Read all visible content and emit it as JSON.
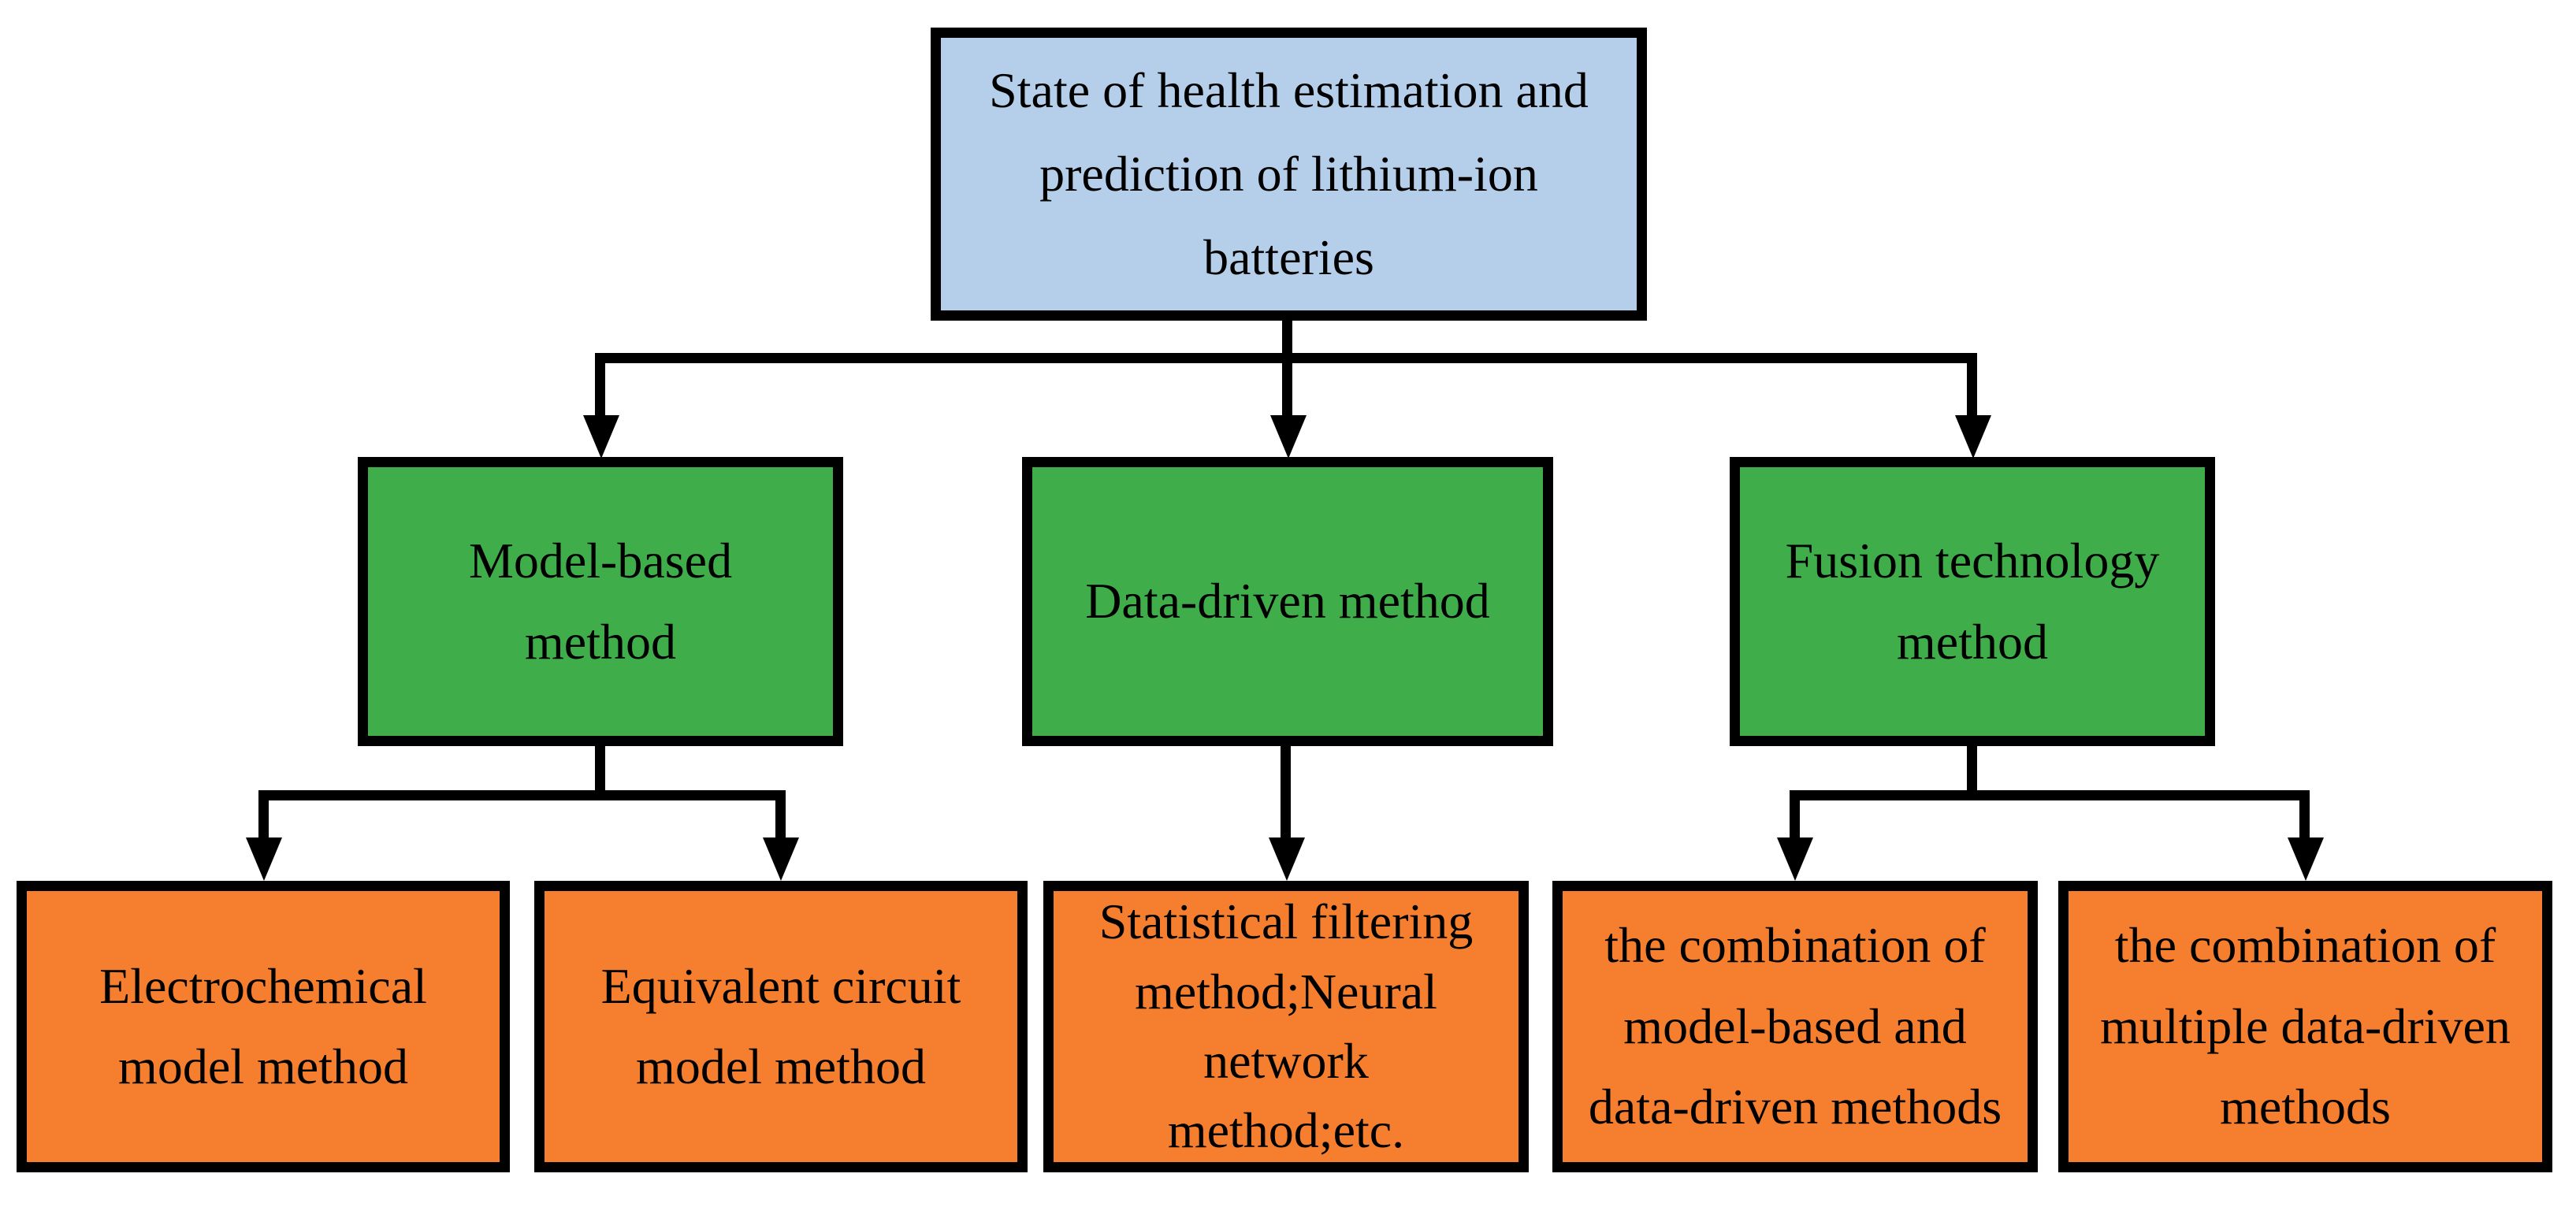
{
  "diagram": {
    "type": "tree-flowchart",
    "root": {
      "label": "State of health estimation and prediction of lithium-ion batteries",
      "children": [
        {
          "label": "Model-based method",
          "children": [
            {
              "label": "Electrochemical model method"
            },
            {
              "label": "Equivalent circuit model method"
            }
          ]
        },
        {
          "label": "Data-driven method",
          "children": [
            {
              "label": "Statistical filtering method;Neural network method;etc."
            }
          ]
        },
        {
          "label": "Fusion technology method",
          "children": [
            {
              "label": "the combination of model-based and data-driven methods"
            },
            {
              "label": "the combination of multiple data-driven methods"
            }
          ]
        }
      ]
    }
  },
  "colors": {
    "root_fill": "#b5cee9",
    "branch_fill": "#3fad4a",
    "leaf_fill": "#f57f2e",
    "connector": "#000000",
    "border": "#000000",
    "text": "#000000"
  }
}
